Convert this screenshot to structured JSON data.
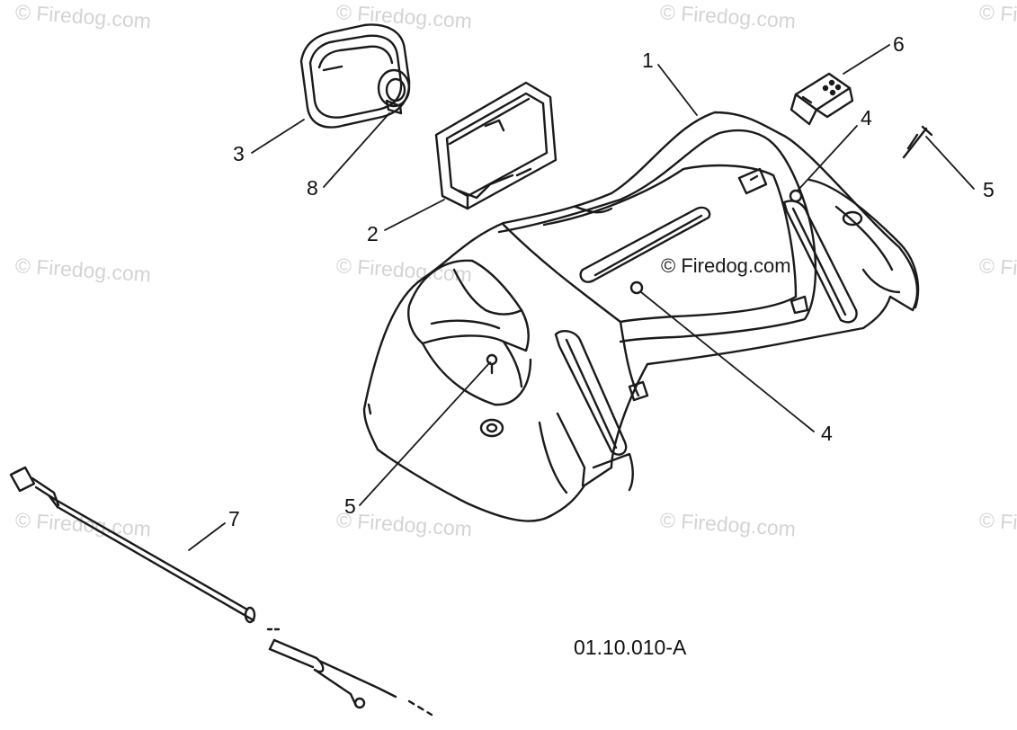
{
  "watermark_text": "© Firedog.com",
  "diagram_code": "01.10.010-A",
  "callouts": {
    "c1": "1",
    "c2": "2",
    "c3": "3",
    "c4a": "4",
    "c4b": "4",
    "c5a": "5",
    "c5b": "5",
    "c6": "6",
    "c7": "7",
    "c8": "8"
  }
}
